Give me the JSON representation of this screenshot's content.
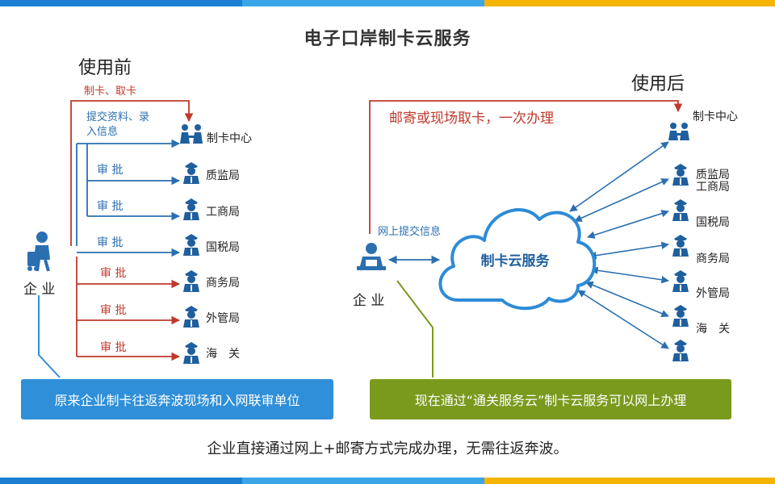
{
  "title": "电子口岸制卡云服务",
  "before": {
    "heading": "使用前",
    "step_pickup": "制卡、取卡",
    "step_submit_line1": "提交资料、录",
    "step_submit_line2": "入信息",
    "approve": "审 批",
    "enterprise": "企 业",
    "agencies": [
      "制卡中心",
      "质监局",
      "工商局",
      "国税局",
      "商务局",
      "外管局",
      "海　关"
    ],
    "callout": "原来企业制卡往返奔波现场和入网联审单位"
  },
  "after": {
    "heading": "使用后",
    "mail_pickup": "邮寄或现场取卡，一次办理",
    "online_submit": "网上提交信息",
    "cloud": "制卡云服务",
    "enterprise": "企 业",
    "agencies": [
      "制卡中心",
      "质监局",
      "工商局",
      "国税局",
      "商务局",
      "外管局",
      "海　关"
    ],
    "callout": "现在通过“通关服务云”制卡云服务可以网上办理"
  },
  "footer": "企业直接通过网上+邮寄方式完成办理，无需往返奔波。",
  "colors": {
    "blue": "#2a6fb0",
    "red": "#c0392b",
    "callout_blue": "#2f8fd8",
    "callout_green": "#7a9a1e",
    "officer": "#1f5f9e"
  }
}
